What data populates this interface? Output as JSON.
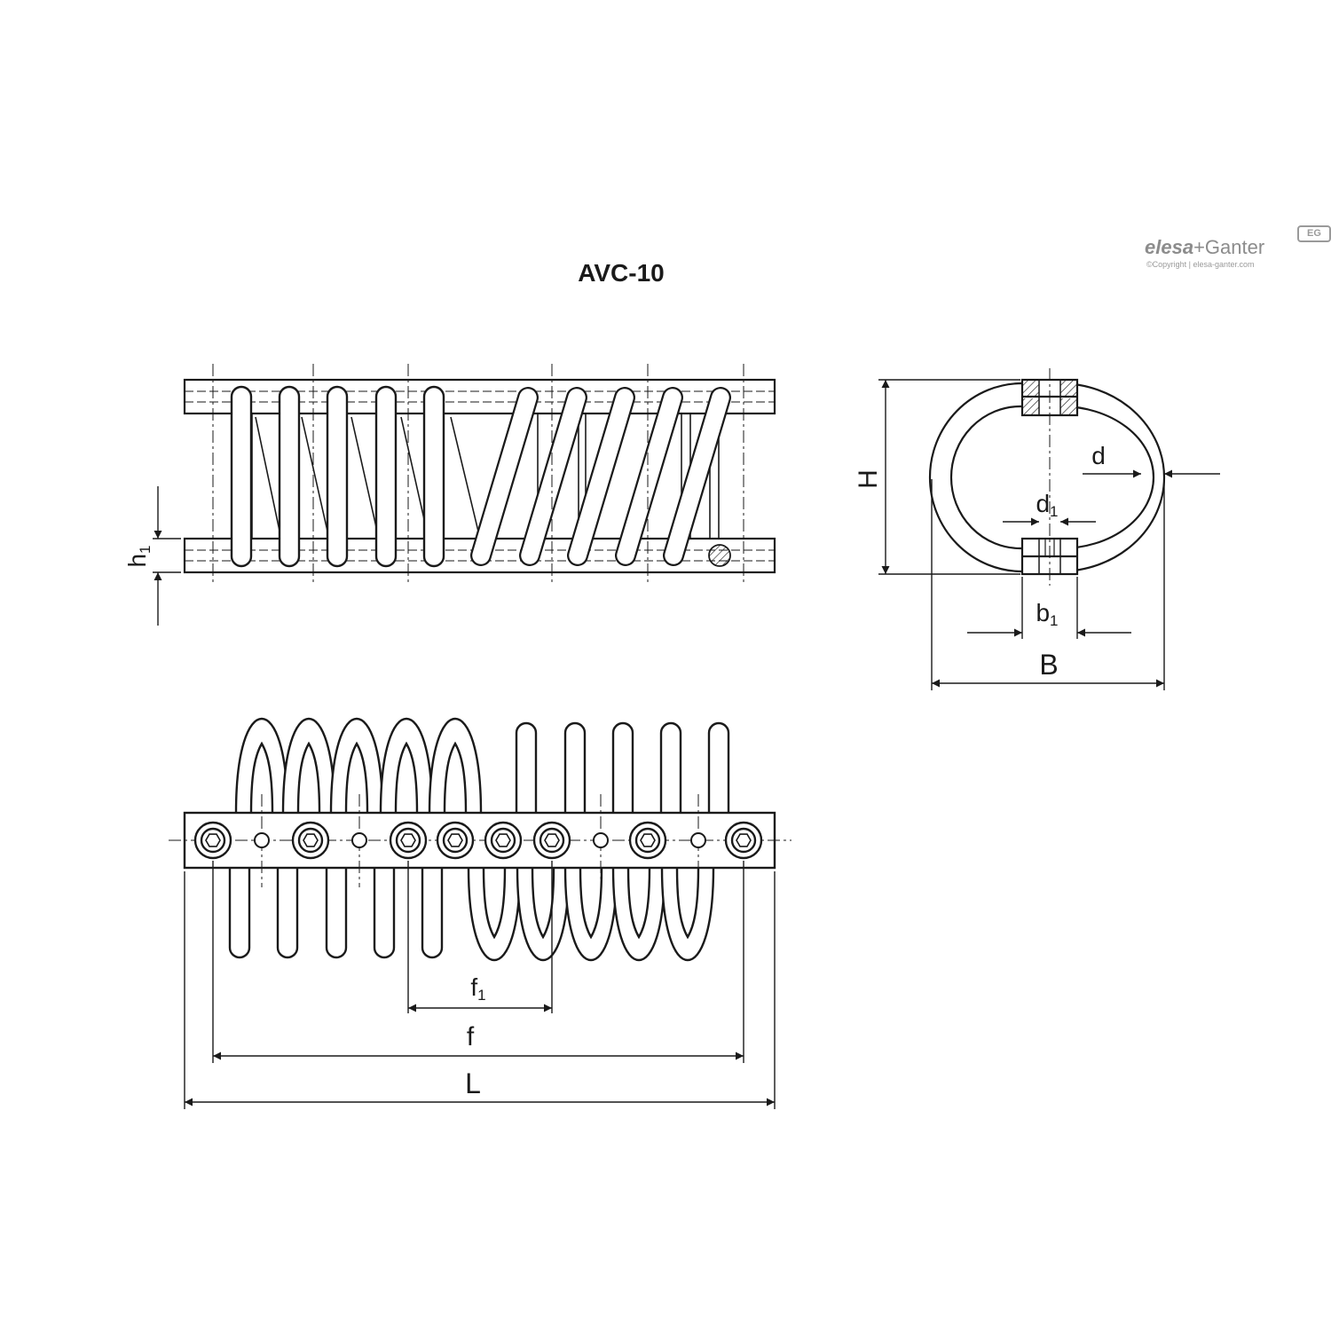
{
  "title": "AVC-10",
  "logo": {
    "brand_left": "elesa",
    "brand_right": "+Ganter",
    "copyright": "©Copyright | elesa-ganter.com",
    "badge": "EG"
  },
  "labels": {
    "h1": "h",
    "h1_sub": "1",
    "H": "H",
    "d": "d",
    "d1": "d",
    "d1_sub": "1",
    "b1": "b",
    "b1_sub": "1",
    "B": "B",
    "f1": "f",
    "f1_sub": "1",
    "f": "f",
    "L": "L"
  }
}
